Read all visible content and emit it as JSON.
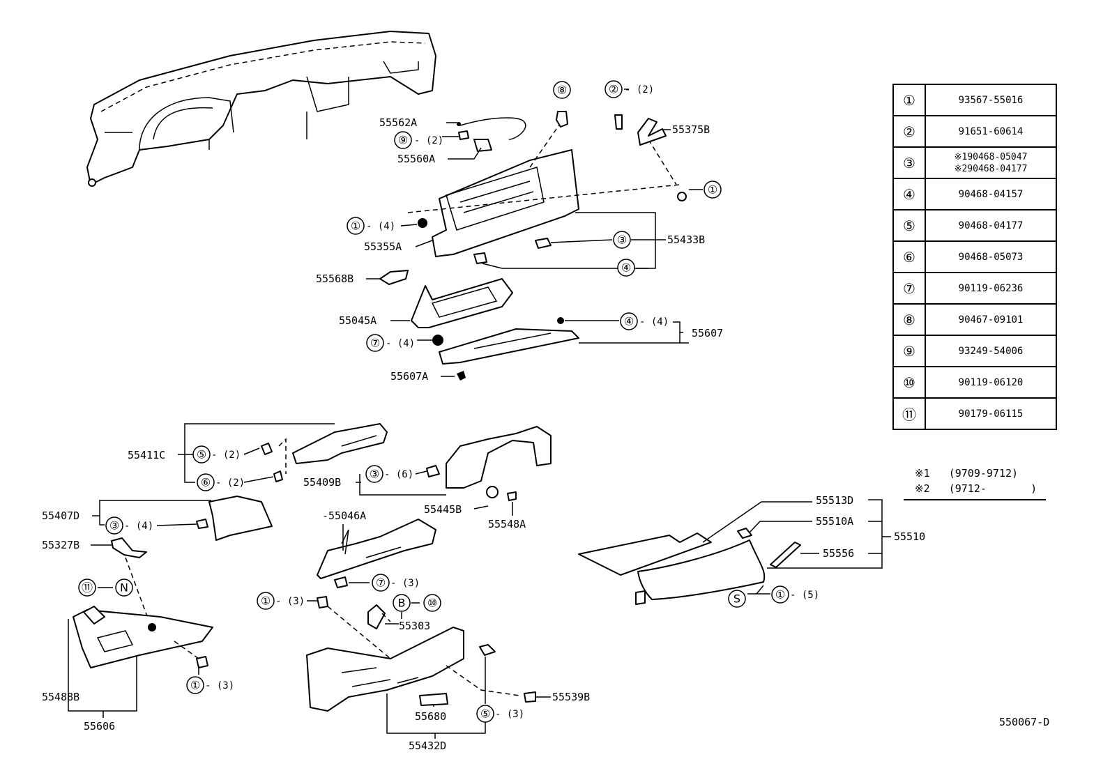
{
  "labels": {
    "p55562A": "55562A",
    "p55560A": "55560A",
    "p55375B": "55375B",
    "p55355A": "55355A",
    "p55433B": "55433B",
    "p55568B": "55568B",
    "p55045A": "55045A",
    "p55607": "55607",
    "p55607A": "55607A",
    "p55411C": "55411C",
    "p55409B": "55409B",
    "p55407D": "55407D",
    "p55327B": "55327B",
    "p55046A": "-55046A",
    "p55445B": "55445B",
    "p55548A": "55548A",
    "p55303": "55303",
    "p55488B": "55488B",
    "p55606": "55606",
    "p55680": "55680",
    "p55432D": "55432D",
    "p55539B": "55539B",
    "p55513D": "55513D",
    "p55510A": "55510A",
    "p55556": "55556",
    "p55510": "55510"
  },
  "callouts": {
    "c1": "①",
    "c2": "②",
    "c3": "③",
    "c4": "④",
    "c5": "⑤",
    "c6": "⑥",
    "c7": "⑦",
    "c8": "⑧",
    "c9": "⑨",
    "c10": "⑩",
    "c11": "⑪",
    "cB": "B",
    "cN": "N",
    "cS": "S"
  },
  "quantities": {
    "q2": "- (2)",
    "q3": "- (3)",
    "q4": "- (4)",
    "q5": "- (5)",
    "q6": "- (6)"
  },
  "legend": [
    {
      "key": "①",
      "value": "93567-55016"
    },
    {
      "key": "②",
      "value": "91651-60614"
    },
    {
      "key": "③",
      "value": "※190468-05047",
      "value2": "※290468-04177"
    },
    {
      "key": "④",
      "value": "90468-04157"
    },
    {
      "key": "⑤",
      "value": "90468-04177"
    },
    {
      "key": "⑥",
      "value": "90468-05073"
    },
    {
      "key": "⑦",
      "value": "90119-06236"
    },
    {
      "key": "⑧",
      "value": "90467-09101"
    },
    {
      "key": "⑨",
      "value": "93249-54006"
    },
    {
      "key": "⑩",
      "value": "90119-06120"
    },
    {
      "key": "⑪",
      "value": "90179-06115"
    }
  ],
  "notes": {
    "note1": "※1   (9709-9712)",
    "note2": "※2   (9712-       )"
  },
  "diagram_id": "550067-D"
}
